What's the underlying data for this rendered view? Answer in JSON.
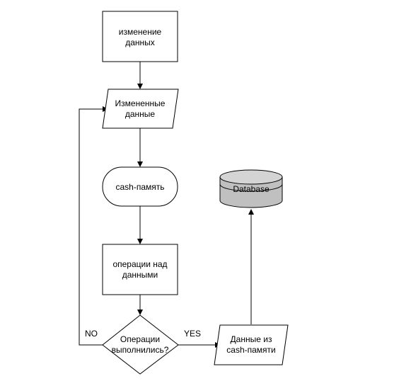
{
  "nodes": {
    "change_data": {
      "line1": "изменение",
      "line2": "данных"
    },
    "changed_data": {
      "line1": "Измененные",
      "line2": "данные"
    },
    "cash_memory": {
      "label": "cash-память"
    },
    "operations": {
      "line1": "операции над",
      "line2": "данными"
    },
    "decision": {
      "line1": "Операции",
      "line2": "выполнились?"
    },
    "cash_data": {
      "line1": "Данные из",
      "line2": "cash-памяти"
    },
    "database": {
      "label": "Database"
    }
  },
  "edges": {
    "yes_label": "YES",
    "no_label": "NO"
  },
  "colors": {
    "database_fill": "#c0c0c0",
    "database_top": "#d4d4d4",
    "line": "#000000",
    "shape_fill": "#ffffff"
  }
}
